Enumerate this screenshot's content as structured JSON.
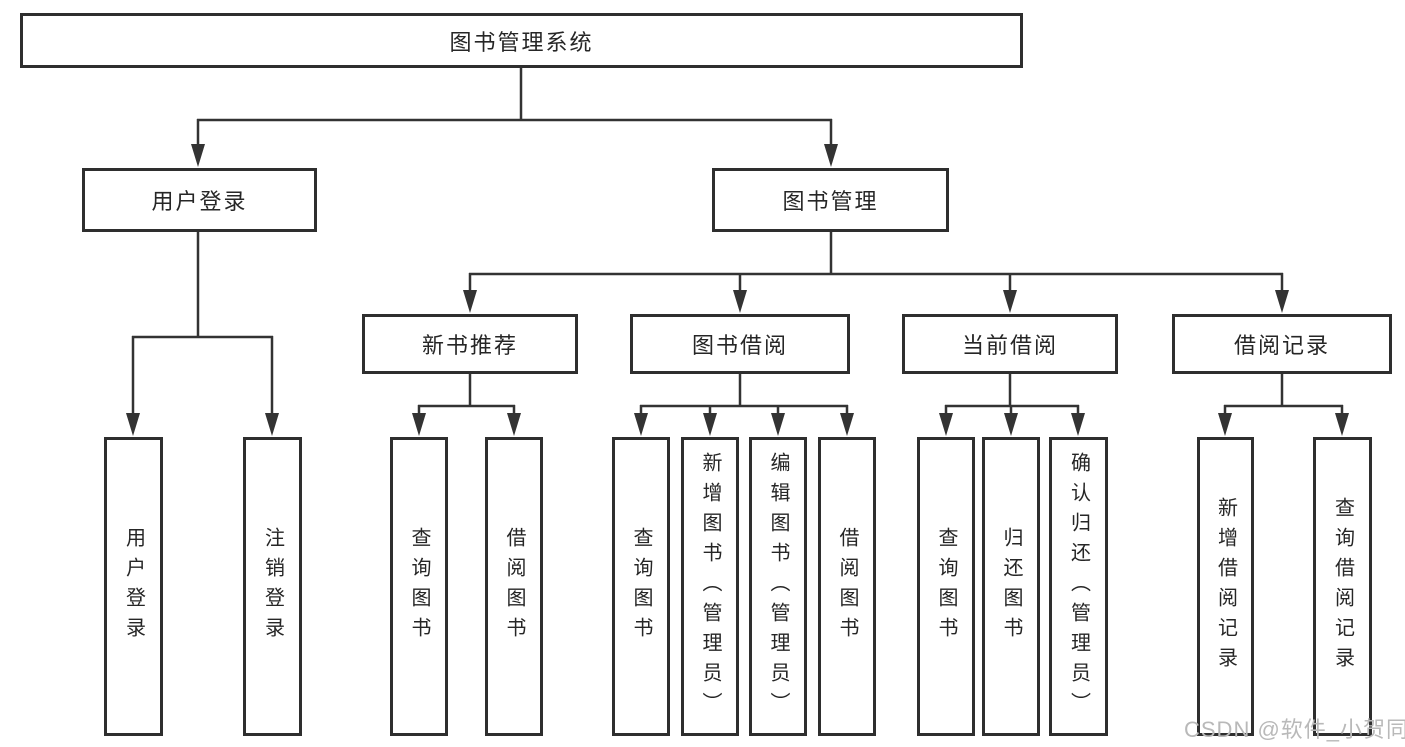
{
  "diagram": {
    "type": "hierarchy-tree",
    "root": {
      "label": "图书管理系统",
      "children": [
        {
          "label": "用户登录",
          "children": [
            {
              "label": "用户登录"
            },
            {
              "label": "注销登录"
            }
          ]
        },
        {
          "label": "图书管理",
          "children": [
            {
              "label": "新书推荐",
              "children": [
                {
                  "label": "查询图书"
                },
                {
                  "label": "借阅图书"
                }
              ]
            },
            {
              "label": "图书借阅",
              "children": [
                {
                  "label": "查询图书"
                },
                {
                  "label": "新增图书（管理员）"
                },
                {
                  "label": "编辑图书（管理员）"
                },
                {
                  "label": "借阅图书"
                }
              ]
            },
            {
              "label": "当前借阅",
              "children": [
                {
                  "label": "查询图书"
                },
                {
                  "label": "归还图书"
                },
                {
                  "label": "确认归还（管理员）"
                }
              ]
            },
            {
              "label": "借阅记录",
              "children": [
                {
                  "label": "新增借阅记录"
                },
                {
                  "label": "查询借阅记录"
                }
              ]
            }
          ]
        }
      ]
    }
  },
  "watermark": {
    "text": "CSDN @软件_小贺同学"
  },
  "colors": {
    "line": "#333333",
    "box_border": "#2e2e2e",
    "text": "#262626",
    "watermark": "#b9b9b9",
    "background": "#ffffff"
  }
}
